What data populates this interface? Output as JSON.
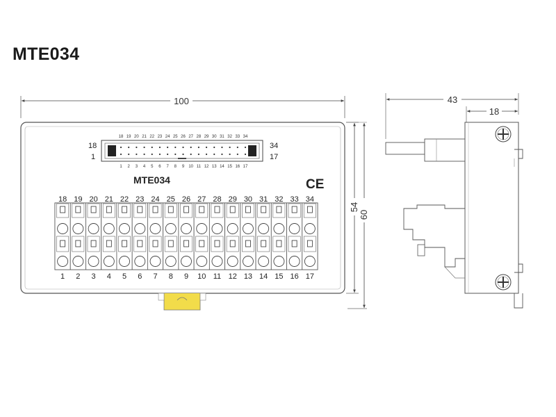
{
  "title": "MTE034",
  "front_view": {
    "width_dim": "100",
    "height_dims": [
      "54",
      "60"
    ],
    "model_label": "MTE034",
    "ce_mark": "CE",
    "connector": {
      "top_pins": [
        "18",
        "19",
        "20",
        "21",
        "22",
        "23",
        "24",
        "25",
        "26",
        "27",
        "28",
        "29",
        "30",
        "31",
        "32",
        "33",
        "34"
      ],
      "bottom_pins": [
        "1",
        "2",
        "3",
        "4",
        "5",
        "6",
        "7",
        "8",
        "9",
        "10",
        "11",
        "12",
        "13",
        "14",
        "15",
        "16",
        "17"
      ],
      "left_top": "18",
      "left_bottom": "1",
      "right_top": "34",
      "right_bottom": "17"
    },
    "terminals_top": [
      "18",
      "19",
      "20",
      "21",
      "22",
      "23",
      "24",
      "25",
      "26",
      "27",
      "28",
      "29",
      "30",
      "31",
      "32",
      "33",
      "34"
    ],
    "terminals_bottom": [
      "1",
      "2",
      "3",
      "4",
      "5",
      "6",
      "7",
      "8",
      "9",
      "10",
      "11",
      "12",
      "13",
      "14",
      "15",
      "16",
      "17"
    ],
    "rail_clip_color": "#f2dc4a"
  },
  "side_view": {
    "depth_dim": "43",
    "width_dim": "18"
  }
}
